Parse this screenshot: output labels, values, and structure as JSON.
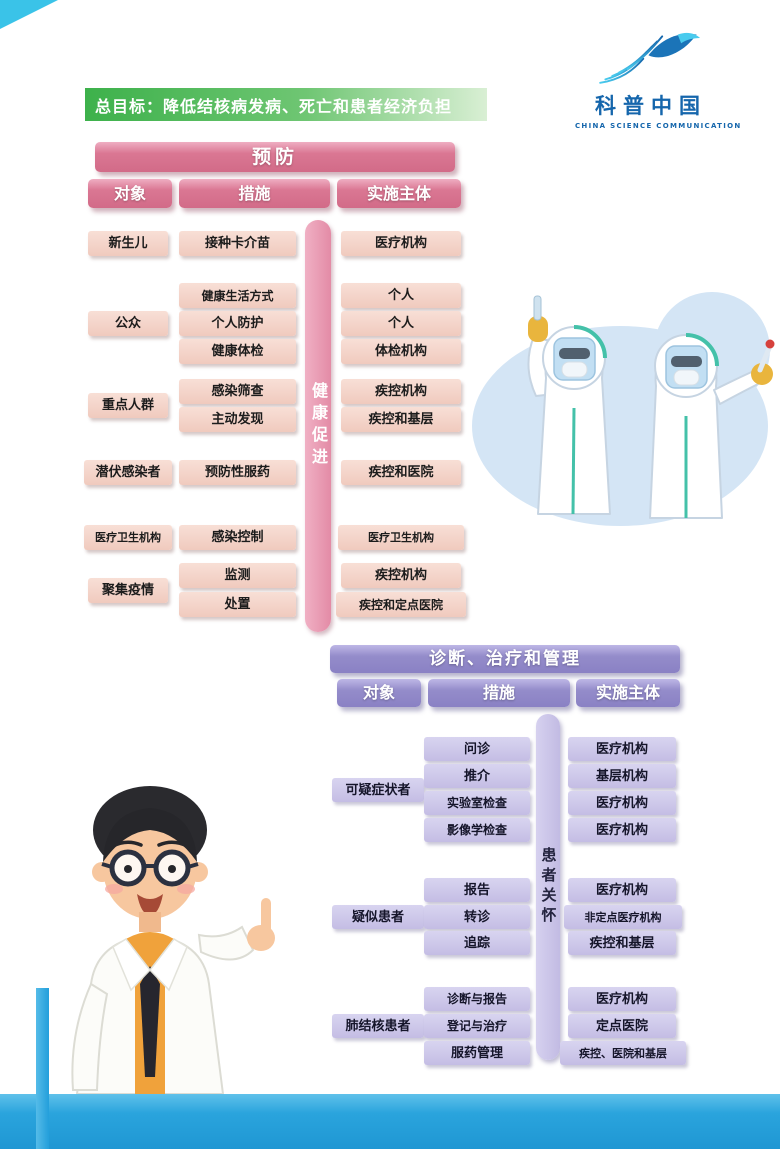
{
  "colors": {
    "corner_cyan": "#3ac3e8",
    "green_banner": "#3db14b",
    "pink_header": "#d8738e",
    "peach_box": "#f3d2c8",
    "pink_bar": "#e793ab",
    "purple_header": "#9188c9",
    "purple_box": "#c9c3e7",
    "blue_band": "#29a7e0",
    "logo_blue": "#1566ac"
  },
  "logo": {
    "name": "科普中国",
    "subtitle": "CHINA SCIENCE COMMUNICATION"
  },
  "goal_banner": {
    "text": "总目标：降低结核病发病、死亡和患者经济负担"
  },
  "prevention": {
    "title": "预防",
    "columns": {
      "object": "对象",
      "measure": "措施",
      "entity": "实施主体"
    },
    "vertical_label": "健康促进",
    "groups": [
      {
        "object": "新生儿",
        "rows": [
          {
            "measure": "接种卡介苗",
            "entity": "医疗机构"
          }
        ]
      },
      {
        "object": "公众",
        "rows": [
          {
            "measure": "健康生活方式",
            "entity": "个人"
          },
          {
            "measure": "个人防护",
            "entity": "个人"
          },
          {
            "measure": "健康体检",
            "entity": "体检机构"
          }
        ]
      },
      {
        "object": "重点人群",
        "rows": [
          {
            "measure": "感染筛查",
            "entity": "疾控机构"
          },
          {
            "measure": "主动发现",
            "entity": "疾控和基层"
          }
        ]
      },
      {
        "object": "潜伏感染者",
        "rows": [
          {
            "measure": "预防性服药",
            "entity": "疾控和医院"
          }
        ]
      },
      {
        "object": "医疗卫生机构",
        "rows": [
          {
            "measure": "感染控制",
            "entity": "医疗卫生机构"
          }
        ]
      },
      {
        "object": "聚集疫情",
        "rows": [
          {
            "measure": "监测",
            "entity": "疾控机构"
          },
          {
            "measure": "处置",
            "entity": "疾控和定点医院"
          }
        ]
      }
    ]
  },
  "diagnosis": {
    "title": "诊断、治疗和管理",
    "columns": {
      "object": "对象",
      "measure": "措施",
      "entity": "实施主体"
    },
    "vertical_label": "患者关怀",
    "groups": [
      {
        "object": "可疑症状者",
        "rows": [
          {
            "measure": "问诊",
            "entity": "医疗机构"
          },
          {
            "measure": "推介",
            "entity": "基层机构"
          },
          {
            "measure": "实验室检查",
            "entity": "医疗机构"
          },
          {
            "measure": "影像学检查",
            "entity": "医疗机构"
          }
        ]
      },
      {
        "object": "疑似患者",
        "rows": [
          {
            "measure": "报告",
            "entity": "医疗机构"
          },
          {
            "measure": "转诊",
            "entity": "非定点医疗机构"
          },
          {
            "measure": "追踪",
            "entity": "疾控和基层"
          }
        ]
      },
      {
        "object": "肺结核患者",
        "rows": [
          {
            "measure": "诊断与报告",
            "entity": "医疗机构"
          },
          {
            "measure": "登记与治疗",
            "entity": "定点医院"
          },
          {
            "measure": "服药管理",
            "entity": "疾控、医院和基层"
          }
        ]
      }
    ]
  },
  "illustrations": {
    "ppe_workers": "two health workers in white protective suits",
    "doctor": "cartoon doctor in white coat pointing up"
  }
}
